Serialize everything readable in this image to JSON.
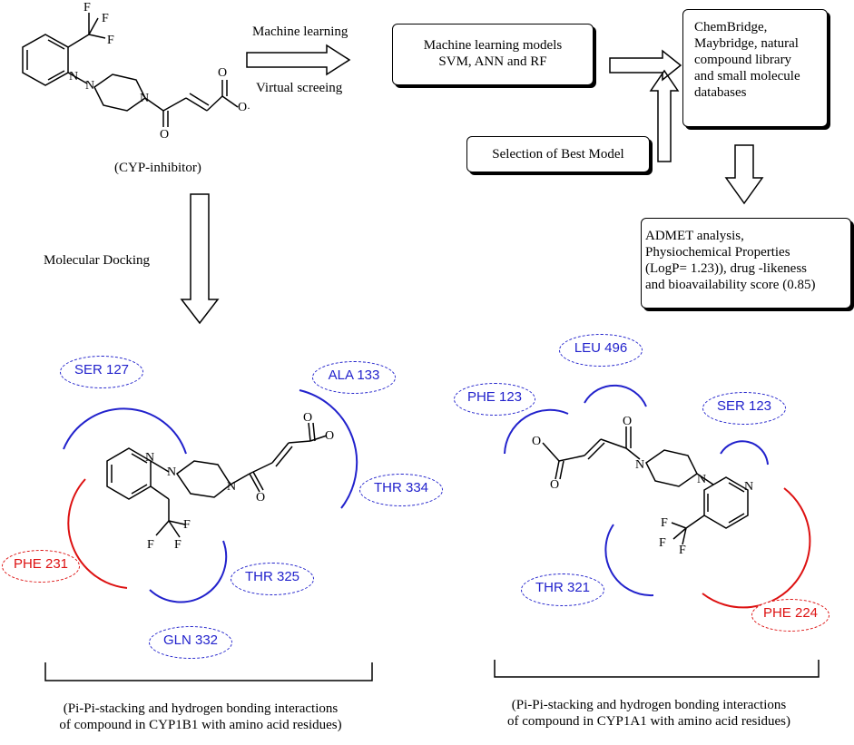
{
  "inhibitor": {
    "label": "(CYP-inhibitor)",
    "atoms": {
      "f": "F",
      "n": "N",
      "o": "O",
      "o_minus": "O"
    }
  },
  "arrows": {
    "ml_label": "Machine learning",
    "vs_label": "Virtual screeing",
    "docking_label": "Molecular Docking"
  },
  "boxes": {
    "ml_models": [
      "Machine learning models",
      "SVM, ANN and RF"
    ],
    "libraries": [
      "ChemBridge,",
      "Maybridge, natural",
      "compound library",
      "and small molecule",
      "databases"
    ],
    "best_model": "Selection of Best Model",
    "admet": [
      "ADMET analysis,",
      "Physiochemical Properties",
      "(LogP= 1.23)), drug -likeness",
      "and bioavailability score (0.85)"
    ]
  },
  "cyp1b1": {
    "residues": {
      "ser127": "SER 127",
      "ala133": "ALA 133",
      "thr334": "THR 334",
      "phe231": "PHE 231",
      "thr325": "THR 325",
      "gln332": "GLN 332"
    },
    "caption": [
      "(Pi-Pi-stacking and hydrogen bonding interactions",
      "of compound in CYP1B1 with amino acid residues)"
    ]
  },
  "cyp1a1": {
    "residues": {
      "leu496": "LEU 496",
      "phe123": "PHE 123",
      "ser123": "SER 123",
      "thr321": "THR 321",
      "phe224": "PHE 224"
    },
    "caption": [
      "(Pi-Pi-stacking and hydrogen bonding interactions",
      "of compound in CYP1A1 with amino acid residues)"
    ]
  },
  "colors": {
    "interaction_blue": "#2222cc",
    "interaction_red": "#dd1111"
  }
}
